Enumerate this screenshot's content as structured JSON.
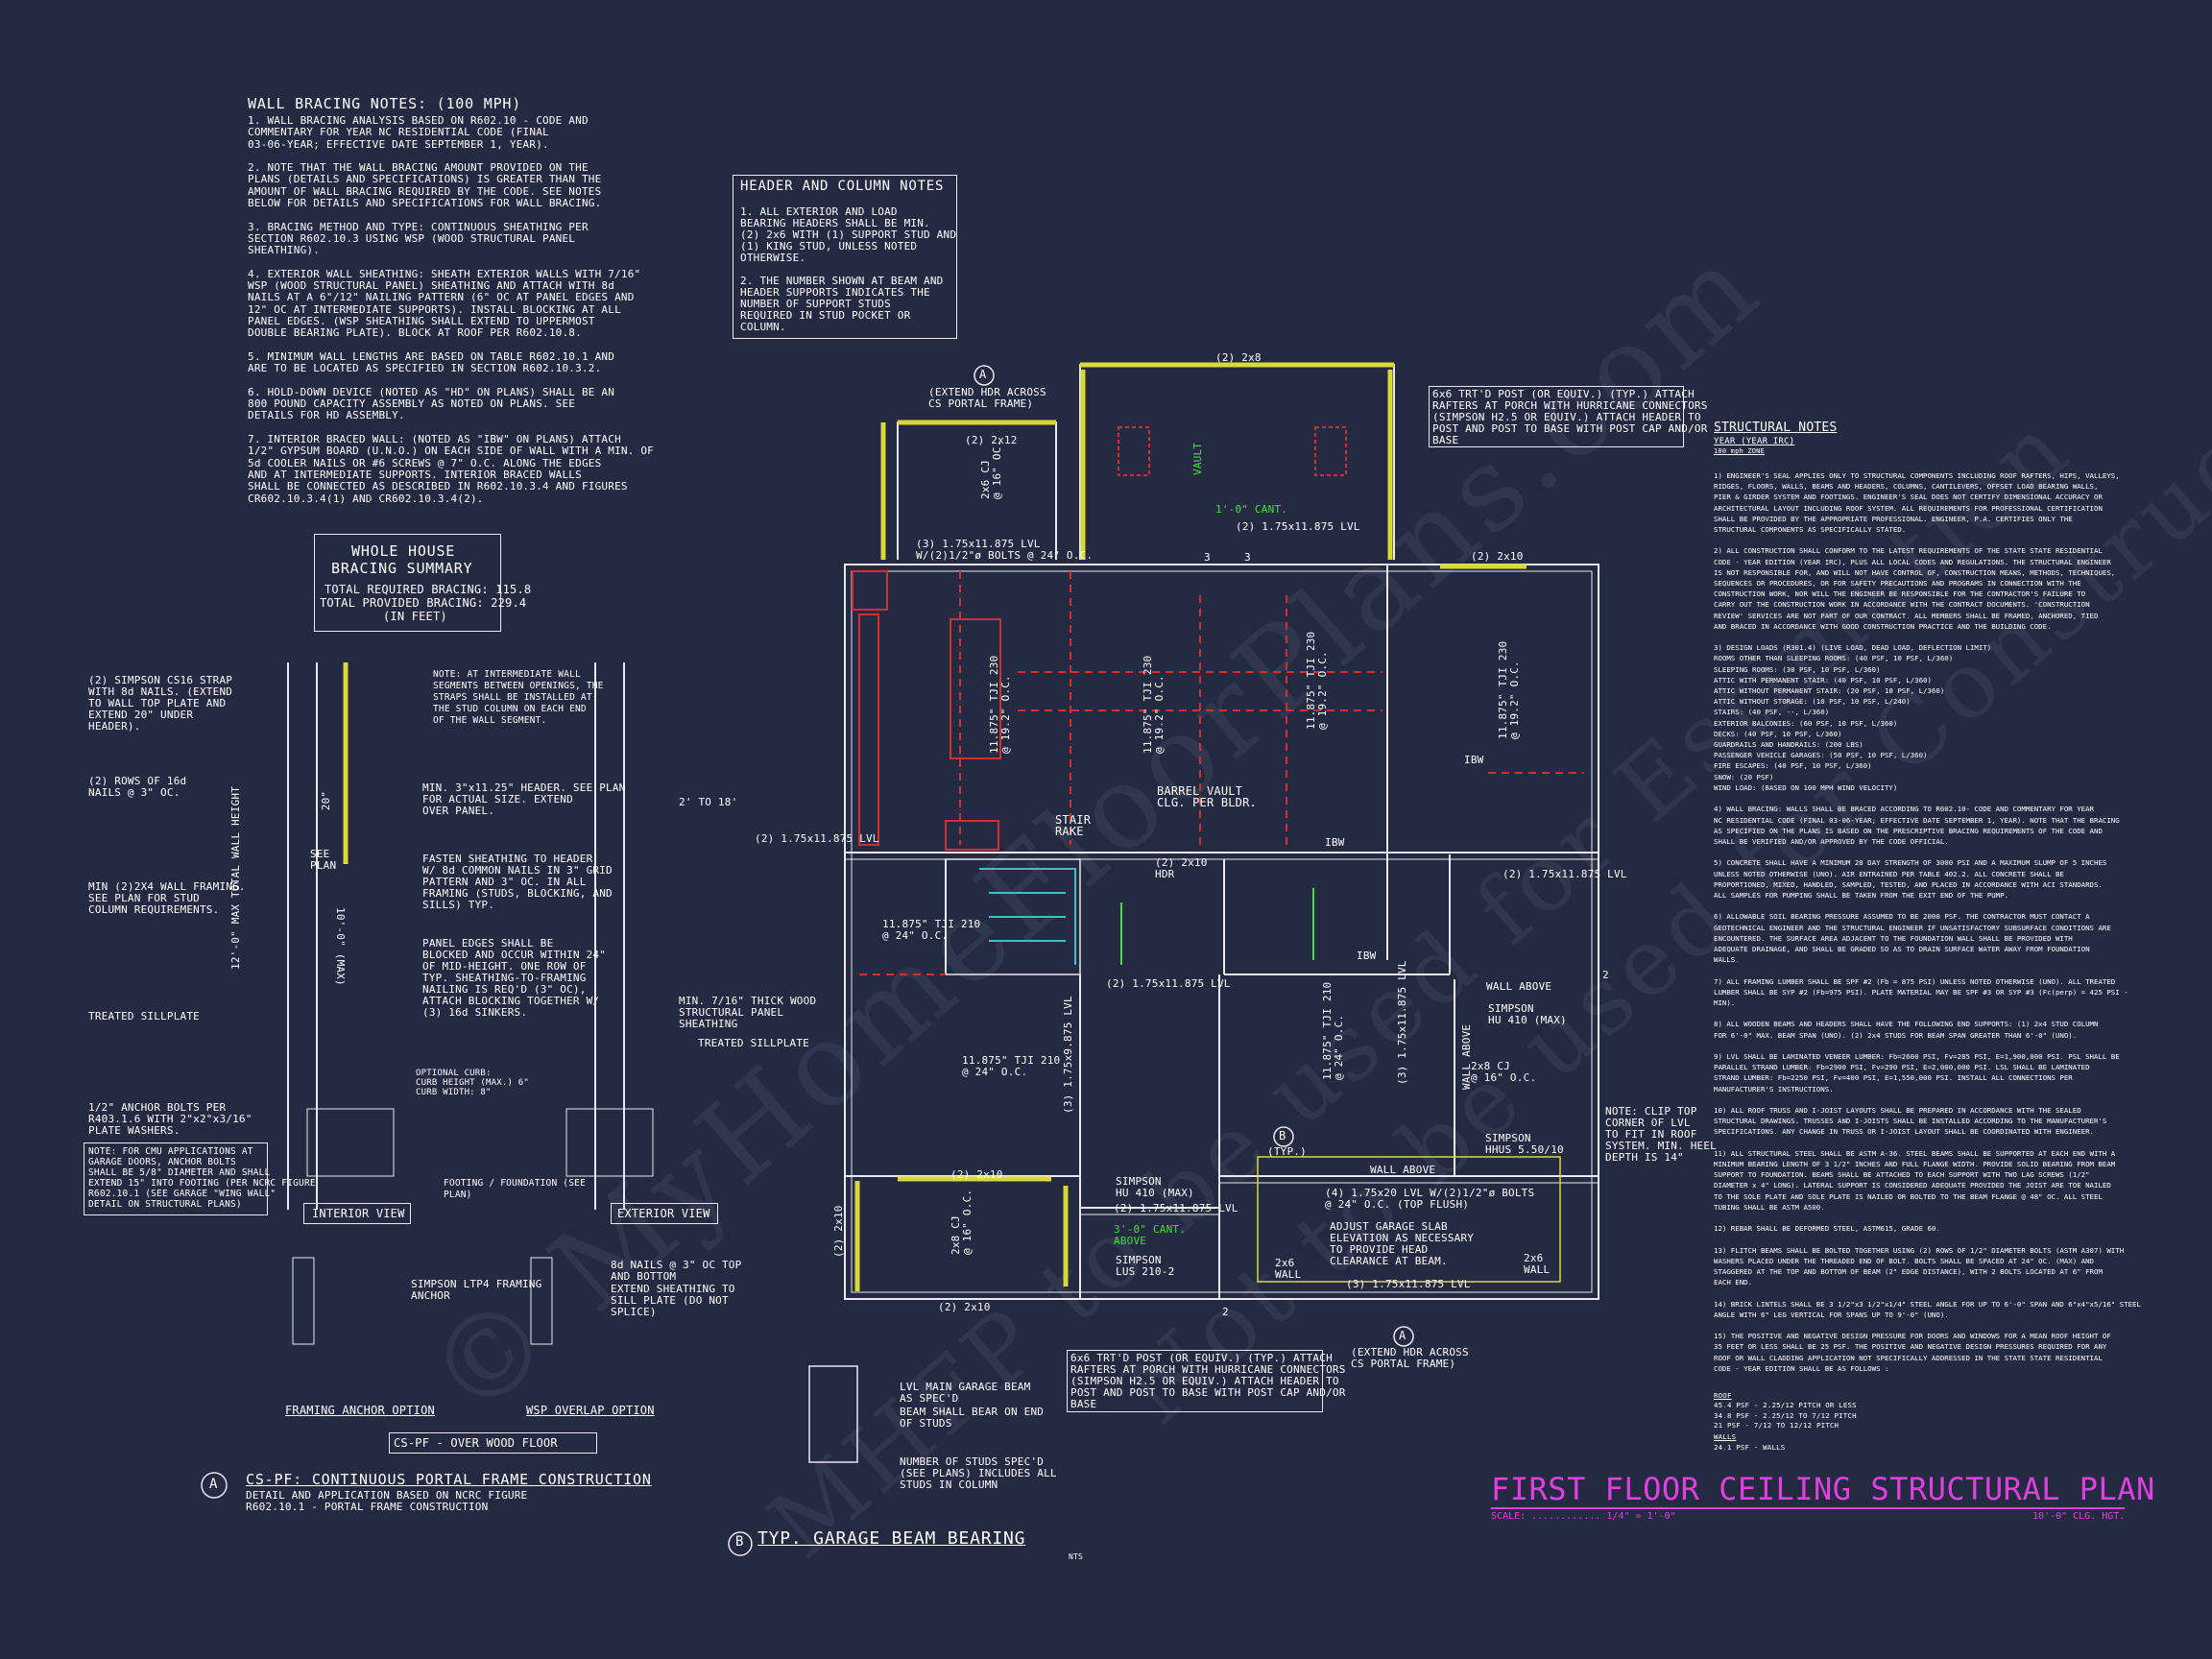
{
  "watermark": {
    "line1": "© MyHomeFloorPlans.com",
    "line2": "MHFP to be used for Estimation",
    "line3": "Not to be used for Construction"
  },
  "wall_bracing": {
    "heading": "WALL BRACING NOTES: (100 MPH)",
    "text": "1. WALL BRACING ANALYSIS BASED ON R602.10 - CODE AND\nCOMMENTARY FOR YEAR NC RESIDENTIAL CODE (FINAL\n03-06-YEAR; EFFECTIVE DATE SEPTEMBER 1, YEAR).\n\n2. NOTE THAT THE WALL BRACING AMOUNT PROVIDED ON THE\nPLANS (DETAILS AND SPECIFICATIONS) IS GREATER THAN THE\nAMOUNT OF WALL BRACING REQUIRED BY THE CODE. SEE NOTES\nBELOW FOR DETAILS AND SPECIFICATIONS FOR WALL BRACING.\n\n3. BRACING METHOD AND TYPE: CONTINUOUS SHEATHING PER\nSECTION R602.10.3 USING WSP (WOOD STRUCTURAL PANEL\nSHEATHING).\n\n4. EXTERIOR WALL SHEATHING: SHEATH EXTERIOR WALLS WITH 7/16\"\nWSP (WOOD STRUCTURAL PANEL) SHEATHING AND ATTACH WITH 8d\nNAILS AT A 6\"/12\" NAILING PATTERN (6\" OC AT PANEL EDGES AND\n12\" OC AT INTERMEDIATE SUPPORTS). INSTALL BLOCKING AT ALL\nPANEL EDGES. (WSP SHEATHING SHALL EXTEND TO UPPERMOST\nDOUBLE BEARING PLATE). BLOCK AT ROOF PER R602.10.8.\n\n5. MINIMUM WALL LENGTHS ARE BASED ON TABLE R602.10.1 AND\nARE TO BE LOCATED AS SPECIFIED IN SECTION R602.10.3.2.\n\n6. HOLD-DOWN DEVICE (NOTED AS \"HD\" ON PLANS) SHALL BE AN\n800 POUND CAPACITY ASSEMBLY AS NOTED ON PLANS. SEE\nDETAILS FOR HD ASSEMBLY.\n\n7. INTERIOR BRACED WALL: (NOTED AS \"IBW\" ON PLANS) ATTACH\n1/2\" GYPSUM BOARD (U.N.O.) ON EACH SIDE OF WALL WITH A MIN. OF\n5d COOLER NAILS OR #6 SCREWS @ 7\" O.C. ALONG THE EDGES\nAND AT INTERMEDIATE SUPPORTS. INTERIOR BRACED WALLS\nSHALL BE CONNECTED AS DESCRIBED IN R602.10.3.4 AND FIGURES\nCR602.10.3.4(1) AND CR602.10.3.4(2)."
  },
  "header_notes": {
    "heading": "HEADER AND COLUMN NOTES",
    "text": "1. ALL EXTERIOR AND LOAD\nBEARING HEADERS SHALL BE MIN.\n(2) 2x6 WITH (1) SUPPORT STUD AND\n(1) KING STUD, UNLESS NOTED\nOTHERWISE.\n\n2. THE NUMBER SHOWN AT BEAM AND\nHEADER SUPPORTS INDICATES THE\nNUMBER OF SUPPORT STUDS\nREQUIRED IN STUD POCKET OR\nCOLUMN."
  },
  "bracing_summary": {
    "title1": "WHOLE HOUSE",
    "title2": "BRACING SUMMARY",
    "required": "TOTAL REQUIRED BRACING: 115.8",
    "provided": "TOTAL PROVIDED BRACING: 229.4",
    "unit": "(IN FEET)"
  },
  "wall_detail": {
    "strap": "(2) SIMPSON CS16 STRAP\nWITH 8d NAILS. (EXTEND\nTO WALL TOP PLATE AND\nEXTEND 20\" UNDER\nHEADER).",
    "rows": "(2) ROWS OF 16d\nNAILS @ 3\" OC.",
    "min2x4": "MIN (2)2X4 WALL FRAMING.\nSEE PLAN FOR STUD\nCOLUMN REQUIREMENTS.",
    "sill": "TREATED SILLPLATE",
    "anchor": "1/2\" ANCHOR BOLTS PER\nR403.1.6 WITH 2\"x2\"x3/16\"\nPLATE WASHERS.",
    "cmu": "NOTE: FOR CMU APPLICATIONS AT\nGARAGE DOORS, ANCHOR BOLTS\nSHALL BE 5/8\" DIAMETER AND SHALL\nEXTEND 15\" INTO FOOTING (PER NCRC FIGURE\nR602.10.1 (SEE GARAGE \"WING WALL\"\nDETAIL ON STRUCTURAL PLANS)",
    "note_inter": "NOTE: AT INTERMEDIATE WALL\nSEGMENTS BETWEEN OPENINGS, THE\nSTRAPS SHALL BE INSTALLED AT\nTHE STUD COLUMN ON EACH END\nOF THE WALL SEGMENT.",
    "header": "MIN. 3\"x11.25\" HEADER. SEE PLAN\nFOR ACTUAL SIZE. EXTEND\nOVER PANEL.",
    "fasten": "FASTEN SHEATHING TO HEADER\nW/ 8d COMMON NAILS IN 3\" GRID\nPATTERN AND 3\" OC. IN ALL\nFRAMING (STUDS, BLOCKING, AND\nSILLS) TYP.",
    "panel": "PANEL EDGES SHALL BE\nBLOCKED AND OCCUR WITHIN 24\"\nOF MID-HEIGHT. ONE ROW OF\nTYP. SHEATHING-TO-FRAMING\nNAILING IS REQ'D (3\" OC),\nATTACH BLOCKING TOGETHER W/\n(3) 16d SINKERS.",
    "curb": "OPTIONAL CURB:\nCURB HEIGHT (MAX.) 6\"\nCURB WIDTH: 8\"",
    "footing": "FOOTING / FOUNDATION (SEE\nPLAN)",
    "min_thick": "MIN. 7/16\" THICK WOOD\nSTRUCTURAL PANEL\nSHEATHING",
    "sill2": "TREATED SILLPLATE",
    "h20": "20\"",
    "h10": "10'-0\" (MAX)",
    "h12": "12'-0\" MAX TOTAL WALL HEIGHT",
    "see_plan": "SEE\nPLAN",
    "two_to_18": "2' TO 18'",
    "interior_view": "INTERIOR VIEW",
    "exterior_view": "EXTERIOR VIEW"
  },
  "anchor_detail": {
    "lt": "SIMPSON LTP4 FRAMING\nANCHOR",
    "nails": "8d NAILS @ 3\" OC TOP\nAND BOTTOM",
    "extend": "EXTEND SHEATHING TO\nSILL PLATE (DO NOT\nSPLICE)",
    "framing": "FRAMING ANCHOR OPTION",
    "wsp": "WSP OVERLAP OPTION",
    "cspf": "CS-PF - OVER WOOD FLOOR",
    "a": "A",
    "cs_title": "CS-PF: CONTINUOUS PORTAL FRAME CONSTRUCTION",
    "cs_sub": "DETAIL AND APPLICATION BASED ON NCRC FIGURE\nR602.10.1 - PORTAL FRAME CONSTRUCTION"
  },
  "garage_beam": {
    "lvl": "LVL MAIN GARAGE BEAM\nAS SPEC'D",
    "bear": "BEAM SHALL BEAR ON END\nOF STUDS",
    "num": "NUMBER OF STUDS SPEC'D\n(SEE PLANS) INCLUDES ALL\nSTUDS IN COLUMN",
    "b": "B",
    "title": "TYP. GARAGE BEAM BEARING",
    "nts": "NTS"
  },
  "plan_labels": {
    "ext_hdr_top": "(EXTEND HDR ACROSS\nCS PORTAL FRAME)",
    "a": "A",
    "two2x12": "(2) 2x12",
    "two2x8": "(2) 2x8",
    "post_top": "6x6 TRT'D POST (OR EQUIV.) (TYP.) ATTACH\nRAFTERS AT PORCH WITH HURRICANE CONNECTORS\n(SIMPSON H2.5 OR EQUIV.) ATTACH HEADER TO\nPOST AND POST TO BASE WITH POST CAP AND/OR\nBASE",
    "cj_top": "2x6 CJ\n@ 16\" OC.",
    "vault": "VAULT",
    "cant": "1'-0\" CANT.",
    "lvl_top": "(2) 1.75x11.875 LVL",
    "lvl_bolts": "(3) 1.75x11.875 LVL\nW/(2)1/2\"ø BOLTS @ 24\" O.C.",
    "two2x10": "(2) 2x10",
    "tji1": "11.875\" TJI 230\n@ 19.2\" O.C.",
    "tji2": "11.875\" TJI 230\n@ 19.2\" O.C.",
    "tji3": "11.875\" TJI 230\n@ 19.2\" O.C.",
    "tji4": "11.875\" TJI 230\n@ 19.2\" O.C.",
    "barrel": "BARREL VAULT\nCLG. PER BLDR.",
    "stair": "STAIR\nRAKE",
    "lvl_left": "(2) 1.75x11.875 LVL",
    "hdr": "(2) 2x10\nHDR",
    "tji210a": "11.875\" TJI 210\n@ 24\" O.C.",
    "lvl_right": "(2) 1.75x11.875 LVL",
    "lvl_mid": "(2) 1.75x11.875 LVL",
    "tji210b": "11.875\" TJI 210\n@ 24\" O.C.",
    "tji210c": "11.875\" TJI 210\n@ 24\" O.C.",
    "lvl_vert1": "(3) 1.75x9.875 LVL",
    "lvl_vert2": "(3) 1.75x11.875 LVL",
    "ibw1": "IBW",
    "ibw2": "IBW",
    "ibw3": "IBW",
    "wall_above1": "WALL ABOVE",
    "wall_above2": "WALL ABOVE",
    "wall_above3": "WALL ABOVE",
    "hu410a": "SIMPSON\nHU 410 (MAX)",
    "cj_right": "2x8 CJ\n@ 16\" O.C.",
    "hhus": "SIMPSON\nHHUS 5.50/10",
    "clip": "NOTE: CLIP TOP\nCORNER OF LVL\nTO FIT IN ROOF\nSYSTEM. MIN. HEEL\nDEPTH IS 14\"",
    "b": "B",
    "typ": "(TYP.)",
    "two2x10_g": "(2) 2x10",
    "hu410b": "SIMPSON\nHU 410 (MAX)",
    "lvl_g": "(2) 1.75x11.875 LVL",
    "cant3": "3'-0\" CANT.\nABOVE",
    "lus": "SIMPSON\nLUS 210-2",
    "cj_g": "2x8 CJ\n@ 16\" O.C.",
    "two2x10_bot": "(2) 2x10",
    "two2x10_vert": "(2) 2x10",
    "lvl_bolts2": "(4) 1.75x20 LVL W/(2)1/2\"ø BOLTS\n@ 24\" O.C. (TOP FLUSH)",
    "adjust": "ADJUST GARAGE SLAB\nELEVATION AS NECESSARY\nTO PROVIDE HEAD\nCLEARANCE AT BEAM.",
    "wall2x6a": "2x6\nWALL",
    "wall2x6b": "2x6\nWALL",
    "lvl_bottom": "(3) 1.75x11.875 LVL",
    "ext_hdr_bot": "(EXTEND HDR ACROSS\nCS PORTAL FRAME)",
    "a2": "A",
    "post_bot": "6x6 TRT'D POST (OR EQUIV.) (TYP.) ATTACH\nRAFTERS AT PORCH WITH HURRICANE CONNECTORS\n(SIMPSON H2.5 OR EQUIV.) ATTACH HEADER TO\nPOST AND POST TO BASE WITH POST CAP AND/OR\nBASE",
    "n3": "3",
    "n2": "2"
  },
  "structural": {
    "heading": "STRUCTURAL NOTES",
    "sub1": "YEAR (YEAR IRC)",
    "sub2": "100 mph ZONE",
    "text": "1) ENGINEER'S SEAL APPLIES ONLY TO STRUCTURAL COMPONENTS INCLUDING ROOF RAFTERS, HIPS, VALLEYS,\nRIDGES, FLOORS, WALLS, BEAMS AND HEADERS, COLUMNS, CANTILEVERS, OFFSET LOAD BEARING WALLS,\nPIER & GIRDER SYSTEM AND FOOTINGS. ENGINEER'S SEAL DOES NOT CERTIFY DIMENSIONAL ACCURACY OR\nARCHITECTURAL LAYOUT INCLUDING ROOF SYSTEM. ALL REQUIREMENTS FOR PROFESSIONAL CERTIFICATION\nSHALL BE PROVIDED BY THE APPROPRIATE PROFESSIONAL. ENGINEER, P.A. CERTIFIES ONLY THE\nSTRUCTURAL COMPONENTS AS SPECIFICALLY STATED.\n\n2) ALL CONSTRUCTION SHALL CONFORM TO THE LATEST REQUIREMENTS OF THE STATE STATE RESIDENTIAL\nCODE - YEAR EDITION (YEAR IRC), PLUS ALL LOCAL CODES AND REGULATIONS. THE STRUCTURAL ENGINEER\nIS NOT RESPONSIBLE FOR, AND WILL NOT HAVE CONTROL OF, CONSTRUCTION MEANS, METHODS, TECHNIQUES,\nSEQUENCES OR PROCEDURES, OR FOR SAFETY PRECAUTIONS AND PROGRAMS IN CONNECTION WITH THE\nCONSTRUCTION WORK, NOR WILL THE ENGINEER BE RESPONSIBLE FOR THE CONTRACTOR'S FAILURE TO\nCARRY OUT THE CONSTRUCTION WORK IN ACCORDANCE WITH THE CONTRACT DOCUMENTS. 'CONSTRUCTION\nREVIEW' SERVICES ARE NOT PART OF OUR CONTRACT. ALL MEMBERS SHALL BE FRAMED, ANCHORED, TIED\nAND BRACED IN ACCORDANCE WITH GOOD CONSTRUCTION PRACTICE AND THE BUILDING CODE.\n\n3) DESIGN LOADS (R301.4) (LIVE LOAD, DEAD LOAD, DEFLECTION LIMIT)\nROOMS OTHER THAN SLEEPING ROOMS: (40 PSF, 10 PSF, L/360)\nSLEEPING ROOMS: (30 PSF, 10 PSF, L/360)\nATTIC WITH PERMANENT STAIR: (40 PSF, 10 PSF, L/360)\nATTIC WITHOUT PERMANENT STAIR: (20 PSF, 10 PSF, L/360)\nATTIC WITHOUT STORAGE: (10 PSF, 10 PSF, L/240)\nSTAIRS: (40 PSF, --, L/360)\nEXTERIOR BALCONIES: (60 PSF, 10 PSF, L/360)\nDECKS: (40 PSF, 10 PSF, L/360)\nGUARDRAILS AND HANDRAILS: (200 LBS)\nPASSENGER VEHICLE GARAGES: (50 PSF, 10 PSF, L/360)\nFIRE ESCAPES: (40 PSF, 10 PSF, L/360)\nSNOW: (20 PSF)\nWIND LOAD: (BASED ON 100 MPH WIND VELOCITY)\n\n4) WALL BRACING: WALLS SHALL BE BRACED ACCORDING TO R602.10- CODE AND COMMENTARY FOR YEAR\nNC RESIDENTIAL CODE (FINAL 03-06-YEAR; EFFECTIVE DATE SEPTEMBER 1, YEAR). NOTE THAT THE BRACING\nAS SPECIFIED ON THE PLANS IS BASED ON THE PRESCRIPTIVE BRACING REQUIREMENTS OF THE CODE AND\nSHALL BE VERIFIED AND/OR APPROVED BY THE CODE OFFICIAL.\n\n5) CONCRETE SHALL HAVE A MINIMUM 28 DAY STRENGTH OF 3000 PSI AND A MAXIMUM SLUMP OF 5 INCHES\nUNLESS NOTED OTHERWISE (UNO). AIR ENTRAINED PER TABLE 402.2. ALL CONCRETE SHALL BE\nPROPORTIONED, MIXED, HANDLED, SAMPLED, TESTED, AND PLACED IN ACCORDANCE WITH ACI STANDARDS.\nALL SAMPLES FOR PUMPING SHALL BE TAKEN FROM THE EXIT END OF THE PUMP.\n\n6) ALLOWABLE SOIL BEARING PRESSURE ASSUMED TO BE 2000 PSF. THE CONTRACTOR MUST CONTACT A\nGEOTECHNICAL ENGINEER AND THE STRUCTURAL ENGINEER IF UNSATISFACTORY SUBSURFACE CONDITIONS ARE\nENCOUNTERED. THE SURFACE AREA ADJACENT TO THE FOUNDATION WALL SHALL BE PROVIDED WITH\nADEQUATE DRAINAGE, AND SHALL BE GRADED SO AS TO DRAIN SURFACE WATER AWAY FROM FOUNDATION\nWALLS.\n\n7) ALL FRAMING LUMBER SHALL BE SPF #2 (Fb = 875 PSI) UNLESS NOTED OTHERWISE (UNO). ALL TREATED\nLUMBER SHALL BE SYP #2 (Fb=975 PSI). PLATE MATERIAL MAY BE SPF #3 OR SYP #3 (Fc(perp) = 425 PSI -\nMIN).\n\n8) ALL WOODEN BEAMS AND HEADERS SHALL HAVE THE FOLLOWING END SUPPORTS: (1) 2x4 STUD COLUMN\nFOR 6'-0\" MAX. BEAM SPAN (UNO). (2) 2x4 STUDS FOR BEAM SPAN GREATER THAN 6'-0\" (UNO).\n\n9) LVL SHALL BE LAMINATED VENEER LUMBER: Fb=2600 PSI, Fv=285 PSI, E=1,900,000 PSI. PSL SHALL BE\nPARALLEL STRAND LUMBER: Fb=2900 PSI, Fv=290 PSI, E=2,000,000 PSI. LSL SHALL BE LAMINATED\nSTRAND LUMBER: Fb=2250 PSI, Fv=400 PSI, E=1,550,000 PSI. INSTALL ALL CONNECTIONS PER\nMANUFACTURER'S INSTRUCTIONS.\n\n10) ALL ROOF TRUSS AND I-JOIST LAYOUTS SHALL BE PREPARED IN ACCORDANCE WITH THE SEALED\nSTRUCTURAL DRAWINGS. TRUSSES AND I-JOISTS SHALL BE INSTALLED ACCORDING TO THE MANUFACTURER'S\nSPECIFICATIONS. ANY CHANGE IN TRUSS OR I-JOIST LAYOUT SHALL BE COORDINATED WITH ENGINEER.\n\n11) ALL STRUCTURAL STEEL SHALL BE ASTM A-36. STEEL BEAMS SHALL BE SUPPORTED AT EACH END WITH A\nMINIMUM BEARING LENGTH OF 3 1/2\" INCHES AND FULL FLANGE WIDTH. PROVIDE SOLID BEARING FROM BEAM\nSUPPORT TO FOUNDATION. BEAMS SHALL BE ATTACHED TO EACH SUPPORT WITH TWO LAG SCREWS (1/2\"\nDIAMETER x 4\" LONG). LATERAL SUPPORT IS CONSIDERED ADEQUATE PROVIDED THE JOIST ARE TOE NAILED\nTO THE SOLE PLATE AND SOLE PLATE IS NAILED OR BOLTED TO THE BEAM FLANGE @ 48\" OC. ALL STEEL\nTUBING SHALL BE ASTM A500.\n\n12) REBAR SHALL BE DEFORMED STEEL, ASTM615, GRADE 60.\n\n13) FLITCH BEAMS SHALL BE BOLTED TOGETHER USING (2) ROWS OF 1/2\" DIAMETER BOLTS (ASTM A307) WITH\nWASHERS PLACED UNDER THE THREADED END OF BOLT. BOLTS SHALL BE SPACED AT 24\" OC. (MAX) AND\nSTAGGERED AT THE TOP AND BOTTOM OF BEAM (2\" EDGE DISTANCE), WITH 2 BOLTS LOCATED AT 6\" FROM\nEACH END.\n\n14) BRICK LINTELS SHALL BE 3 1/2\"x3 1/2\"x1/4\" STEEL ANGLE FOR UP TO 6'-0\" SPAN AND 6\"x4\"x5/16\" STEEL\nANGLE WITH 6\" LEG VERTICAL FOR SPANS UP TO 9'-0\" (UNO).\n\n15) THE POSITIVE AND NEGATIVE DESIGN PRESSURE FOR DOORS AND WINDOWS FOR A MEAN ROOF HEIGHT OF\n35 FEET OR LESS SHALL BE 25 PSF. THE POSITIVE AND NEGATIVE DESIGN PRESSURES REQUIRED FOR ANY\nROOF OR WALL CLADDING APPLICATION NOT SPECIFICALLY ADDRESSED IN THE STATE STATE RESIDENTIAL\nCODE - YEAR EDITION SHALL BE AS FOLLOWS :",
    "roof": "ROOF",
    "roof_vals": "45.4 PSF - 2.25/12 PITCH OR LESS\n34.8 PSF - 2.25/12 TO 7/12 PITCH\n21 PSF - 7/12 TO 12/12 PITCH",
    "walls": "WALLS",
    "walls_vals": "24.1 PSF - WALLS"
  },
  "title_block": {
    "title": "FIRST FLOOR CEILING STRUCTURAL PLAN",
    "scale": "SCALE: ............ 1/4\" = 1'-0\"",
    "height": "10'-0\" CLG. HGT."
  },
  "colors": {
    "background": "#242a42",
    "title": "#e040e0",
    "beam": "#d8d838",
    "hidden": "#d03030",
    "green": "#40e040",
    "cyan": "#40c0c0"
  }
}
